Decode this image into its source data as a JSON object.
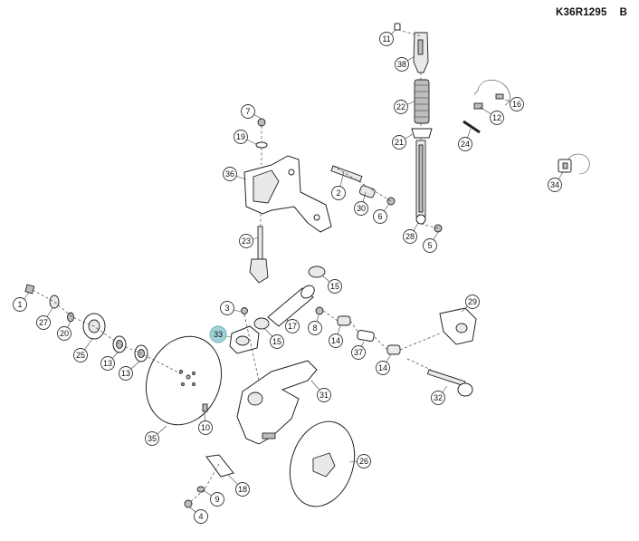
{
  "header": {
    "drawing_ref": "K36R1295",
    "revision": "B"
  },
  "callouts": [
    {
      "num": "11",
      "highlight": false
    },
    {
      "num": "38",
      "highlight": false
    },
    {
      "num": "22",
      "highlight": false
    },
    {
      "num": "21",
      "highlight": false
    },
    {
      "num": "28",
      "highlight": false
    },
    {
      "num": "5",
      "highlight": false
    },
    {
      "num": "16",
      "highlight": false
    },
    {
      "num": "12",
      "highlight": false
    },
    {
      "num": "24",
      "highlight": false
    },
    {
      "num": "34",
      "highlight": false
    },
    {
      "num": "7",
      "highlight": false
    },
    {
      "num": "19",
      "highlight": false
    },
    {
      "num": "36",
      "highlight": false
    },
    {
      "num": "2",
      "highlight": false
    },
    {
      "num": "30",
      "highlight": false
    },
    {
      "num": "6",
      "highlight": false
    },
    {
      "num": "23",
      "highlight": false
    },
    {
      "num": "15",
      "highlight": false
    },
    {
      "num": "1",
      "highlight": false
    },
    {
      "num": "27",
      "highlight": false
    },
    {
      "num": "20",
      "highlight": false
    },
    {
      "num": "25",
      "highlight": false
    },
    {
      "num": "13",
      "highlight": false
    },
    {
      "num": "13",
      "highlight": false
    },
    {
      "num": "3",
      "highlight": false
    },
    {
      "num": "33",
      "highlight": true
    },
    {
      "num": "15",
      "highlight": false
    },
    {
      "num": "17",
      "highlight": false
    },
    {
      "num": "8",
      "highlight": false
    },
    {
      "num": "14",
      "highlight": false
    },
    {
      "num": "37",
      "highlight": false
    },
    {
      "num": "14",
      "highlight": false
    },
    {
      "num": "29",
      "highlight": false
    },
    {
      "num": "32",
      "highlight": false
    },
    {
      "num": "31",
      "highlight": false
    },
    {
      "num": "10",
      "highlight": false
    },
    {
      "num": "35",
      "highlight": false
    },
    {
      "num": "26",
      "highlight": false
    },
    {
      "num": "18",
      "highlight": false
    },
    {
      "num": "9",
      "highlight": false
    },
    {
      "num": "4",
      "highlight": false
    }
  ],
  "colors": {
    "highlight_fill": "#9fd3d6",
    "highlight_stroke": "#6aaeb3",
    "line": "#222222"
  }
}
